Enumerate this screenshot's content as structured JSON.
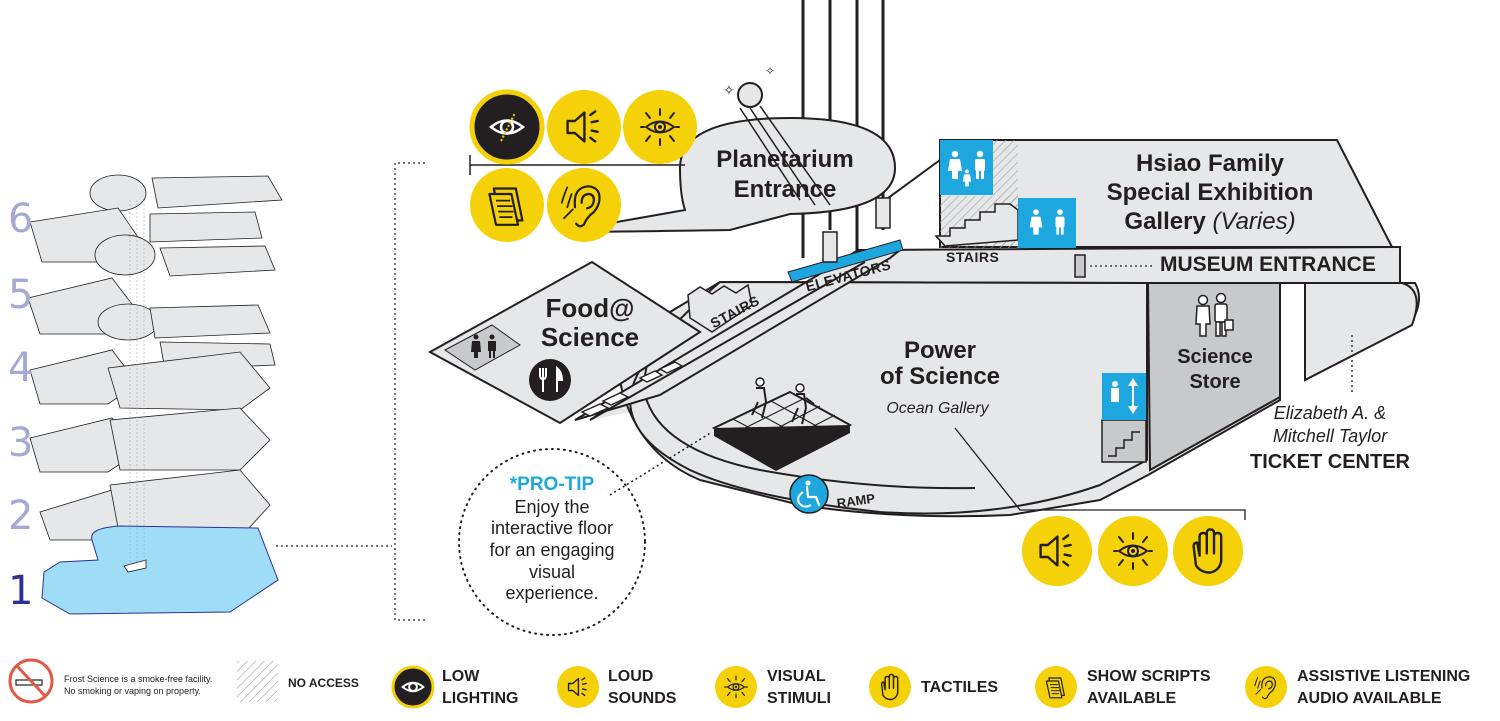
{
  "floors": {
    "labels": [
      "6",
      "5",
      "4",
      "3",
      "2",
      "1"
    ],
    "current": "1"
  },
  "rooms": {
    "planetarium": "Planetarium Entrance",
    "planetarium_l1": "Planetarium",
    "planetarium_l2": "Entrance",
    "hsiao_l1": "Hsiao Family",
    "hsiao_l2": "Special Exhibition",
    "hsiao_l3a": "Gallery",
    "hsiao_l3b": "(Varies)",
    "food_l1": "Food@",
    "food_l2": "Science",
    "power_l1": "Power",
    "power_l2": "of Science",
    "power_sub": "Ocean Gallery",
    "store_l1": "Science",
    "store_l2": "Store",
    "museum_entrance": "MUSEUM ENTRANCE",
    "ticket_l1": "Elizabeth A. &",
    "ticket_l2": "Mitchell Taylor",
    "ticket_l3": "TICKET CENTER",
    "stairs_top": "STAIRS",
    "stairs_food": "STAIRS",
    "elevators": "ELEVATORS",
    "ramp": "RAMP"
  },
  "protip": {
    "title": "*PRO-TIP",
    "l1": "Enjoy the",
    "l2": "interactive floor",
    "l3": "for an engaging",
    "l4": "visual",
    "l5": "experience."
  },
  "legend": {
    "smoke_l1": "Frost Science is a smoke-free facility.",
    "smoke_l2": "No smoking or vaping on property.",
    "no_access": "NO ACCESS",
    "low_lighting_l1": "LOW",
    "low_lighting_l2": "LIGHTING",
    "loud_sounds_l1": "LOUD",
    "loud_sounds_l2": "SOUNDS",
    "visual_stimuli_l1": "VISUAL",
    "visual_stimuli_l2": "STIMULI",
    "tactiles": "TACTILES",
    "show_scripts_l1": "SHOW SCRIPTS",
    "show_scripts_l2": "AVAILABLE",
    "assistive_l1": "ASSISTIVE LISTENING",
    "assistive_l2": "AUDIO AVAILABLE"
  },
  "colors": {
    "accent_yellow": "#f5d10a",
    "accent_blue": "#1ea7df",
    "floor_gray": "#e6e7e8",
    "store_gray": "#c8c9cb",
    "current_floor": "#9fdcf5",
    "floor_number": "#a6aad3"
  },
  "icons": [
    "low-lighting-icon",
    "loud-sounds-icon",
    "visual-stimuli-icon",
    "tactiles-icon",
    "show-scripts-icon",
    "assistive-listening-icon",
    "restroom-icon",
    "dining-icon",
    "wheelchair-icon",
    "elevator-icon",
    "no-smoking-icon"
  ]
}
